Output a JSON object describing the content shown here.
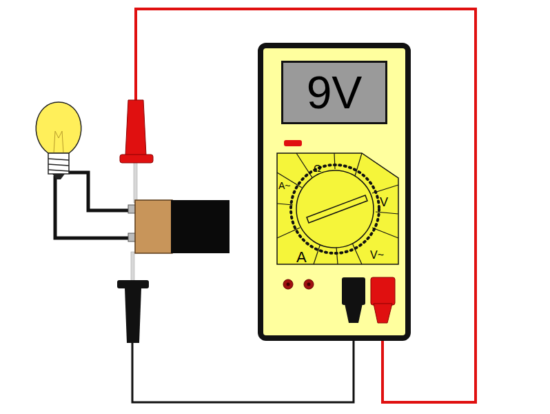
{
  "diagram": {
    "nodes": [
      {
        "text": [
          "9V"
        ]
      }
    ],
    "labels": [
      "Ω",
      "A~",
      "V",
      "A",
      "V~"
    ]
  }
}
